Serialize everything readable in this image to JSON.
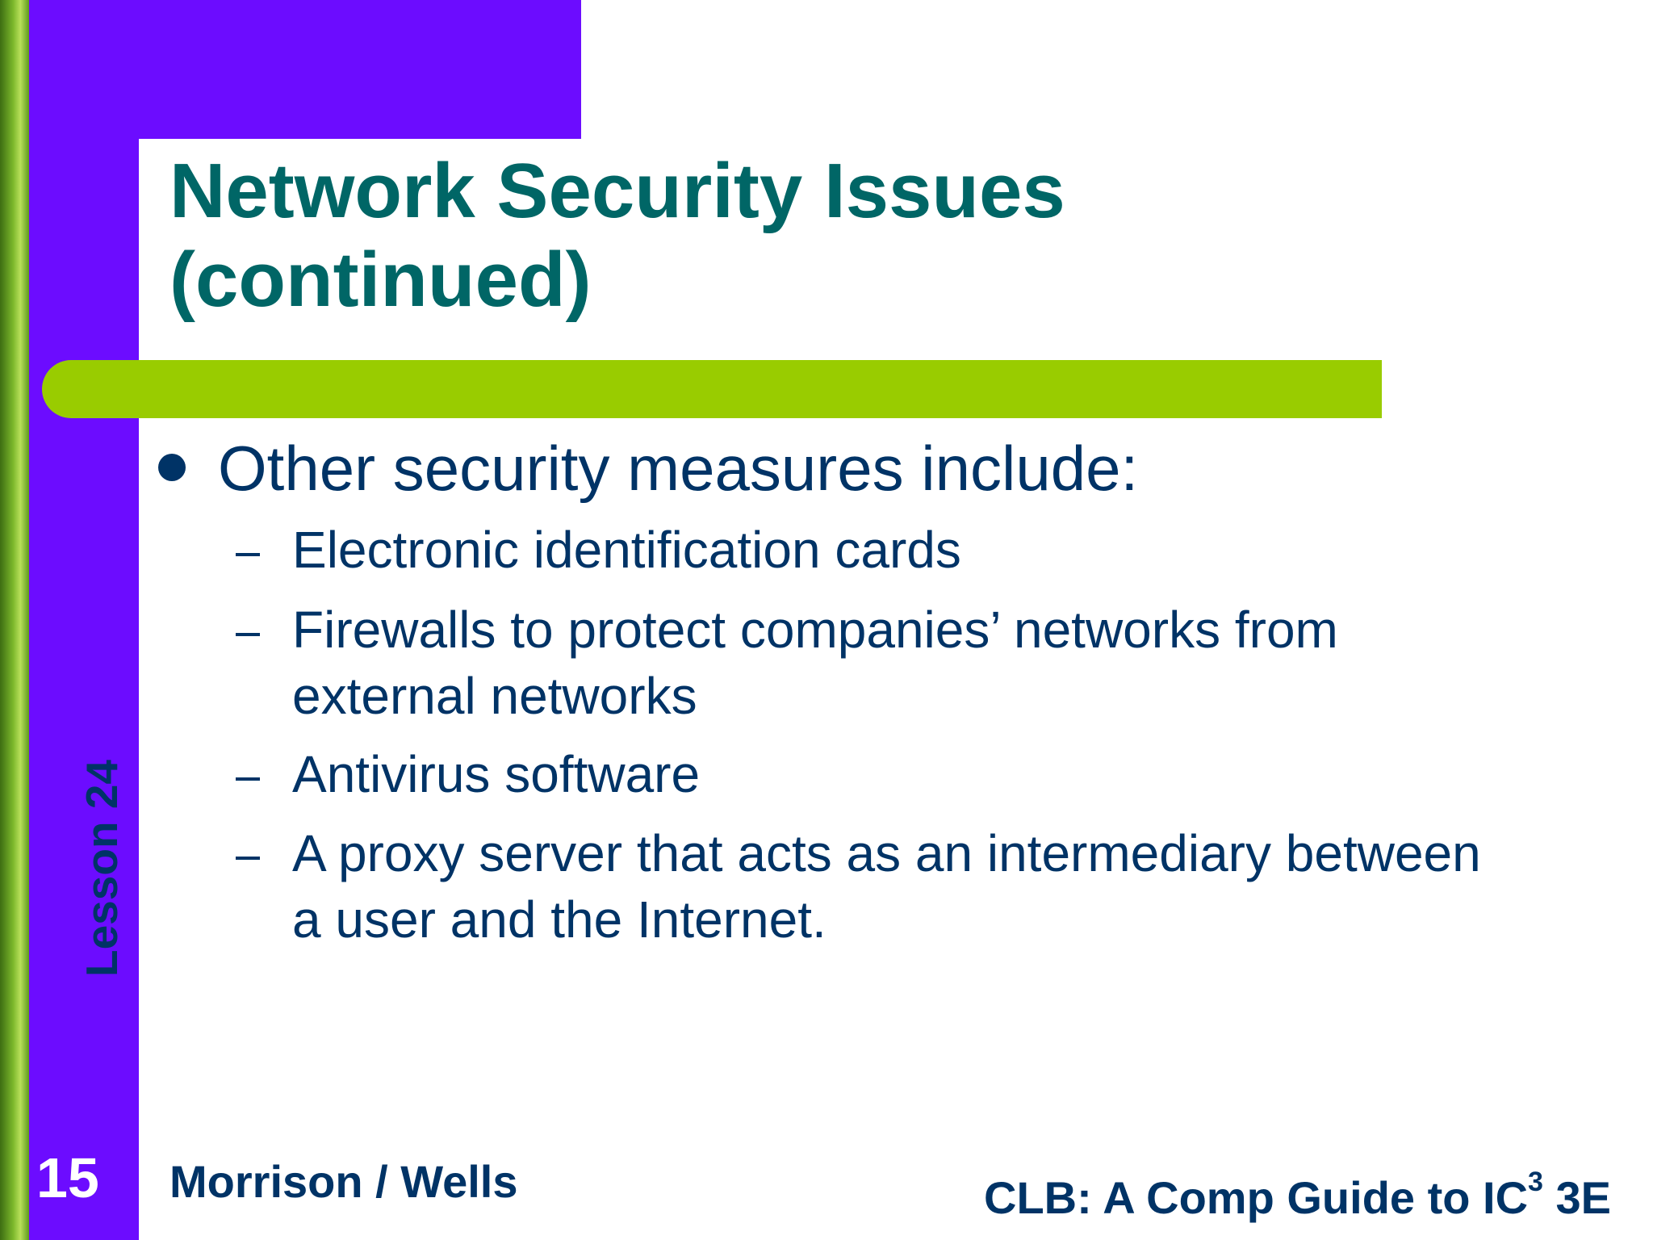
{
  "slide": {
    "title_line_1": "Network Security Issues",
    "title_line_2": "(continued)",
    "main_bullet": "Other security measures include:",
    "sub_bullets": [
      "Electronic identification cards",
      "Firewalls to protect companies’ networks from external networks",
      "Antivirus software",
      "A proxy server that acts as an intermediary between a user and the Internet."
    ],
    "side_label": "Lesson 24",
    "slide_number": "15",
    "footer_left": "Morrison / Wells",
    "footer_right_before_superscript": "CLB: A Comp Guide to IC",
    "footer_right_superscript": "3",
    "footer_right_after_superscript": " 3E"
  },
  "colors": {
    "background": "#ffffff",
    "purple": "#6c0cff",
    "green_accent": "#99cc00",
    "title": "#006666",
    "body_text": "#003366",
    "slide_number": "#ffffff"
  },
  "icons": {
    "main_bullet": "filled-circle-icon",
    "sub_bullet": "dash-icon"
  }
}
